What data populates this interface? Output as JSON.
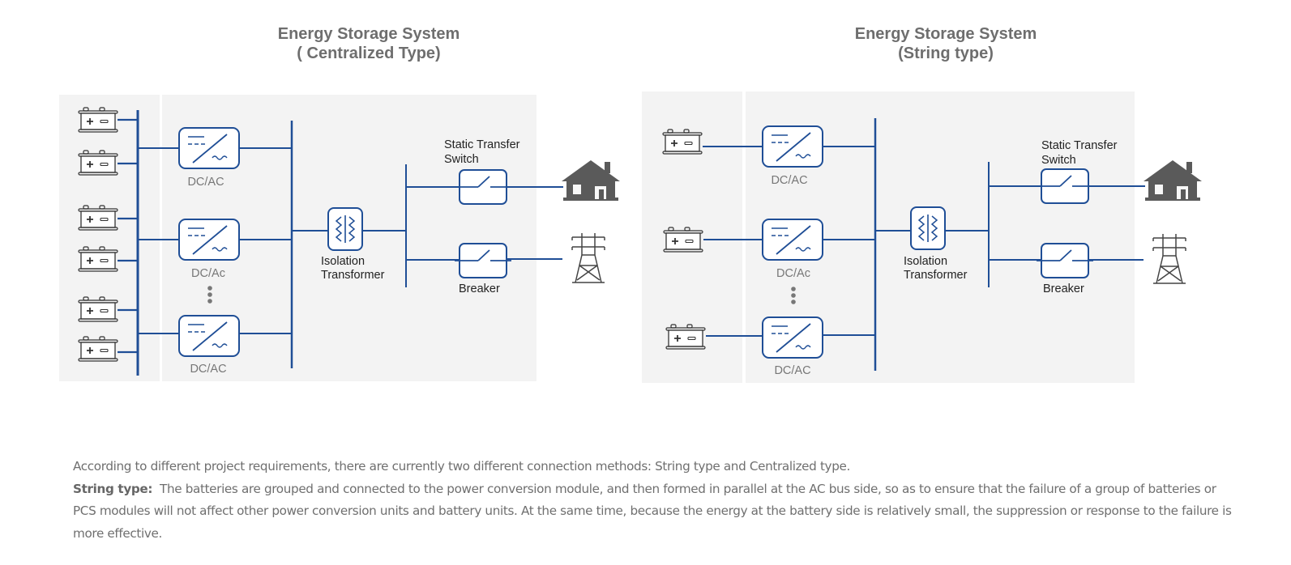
{
  "diagrams": [
    {
      "id": "centralized",
      "title_line1": "Energy Storage System",
      "title_line2": "( Centralized  Type)",
      "converter_labels": [
        "DC/AC",
        "DC/Ac",
        "DC/AC"
      ],
      "battery_count": 6,
      "transformer_label_line1": "Isolation",
      "transformer_label_line2": "Transformer",
      "sts_label_line1": "Static Transfer",
      "sts_label_line2": "Switch",
      "breaker_label": "Breaker",
      "load_icon": "house-icon",
      "grid_icon": "transmission-tower-icon"
    },
    {
      "id": "string",
      "title_line1": "Energy Storage System",
      "title_line2": "(String type)",
      "converter_labels": [
        "DC/AC",
        "DC/Ac",
        "DC/AC"
      ],
      "battery_count": 3,
      "transformer_label_line1": "Isolation",
      "transformer_label_line2": "Transformer",
      "sts_label_line1": "Static Transfer",
      "sts_label_line2": "Switch",
      "breaker_label": "Breaker",
      "load_icon": "house-icon",
      "grid_icon": "transmission-tower-icon"
    }
  ],
  "colors": {
    "line": "#1f4e96",
    "panel": "#f3f3f3",
    "icon_gray": "#5a5a5a",
    "label_gray": "#777777",
    "text": "#6f6f6f"
  },
  "description": {
    "intro": "According to different project requirements, there are currently two different connection methods: String type and Centralized type.",
    "string_heading": "String type:",
    "string_body": "The batteries are grouped and connected to the power conversion module, and then formed in parallel at the AC bus side, so as to ensure that the failure of a group of batteries or PCS modules will not affect other power conversion units and battery units. At the same time, because the energy at the battery side is relatively small, the suppression or response to the failure is more effective."
  }
}
